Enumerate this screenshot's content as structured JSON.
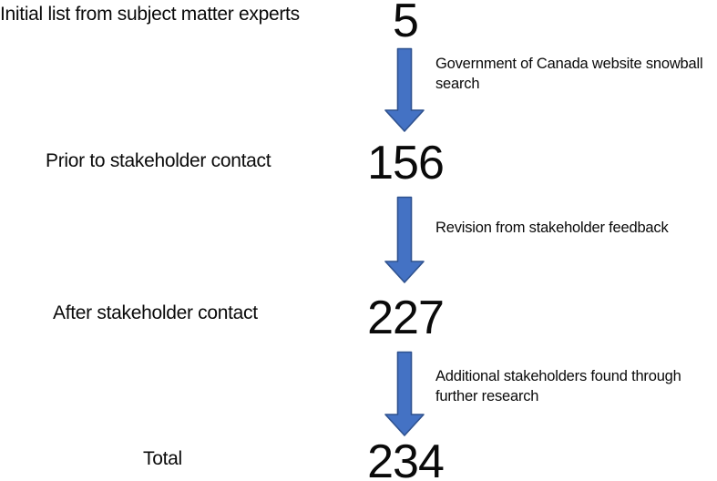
{
  "diagram": {
    "title": "stakeholder-identification-flow",
    "background_color": "#ffffff",
    "text_color": "#0a0a0a",
    "arrow_fill_color": "#4472C4",
    "arrow_stroke_color": "#2F528F",
    "steps": [
      {
        "label": "Initial list from subject matter experts",
        "count": "5"
      },
      {
        "label": "Prior to stakeholder contact",
        "count": "156"
      },
      {
        "label": "After stakeholder contact",
        "count": "227"
      },
      {
        "label": "Total",
        "count": "234"
      }
    ],
    "transitions": [
      {
        "label": "Government of Canada website snowball search"
      },
      {
        "label": "Revision from stakeholder feedback"
      },
      {
        "label": "Additional stakeholders found through further research"
      }
    ]
  }
}
